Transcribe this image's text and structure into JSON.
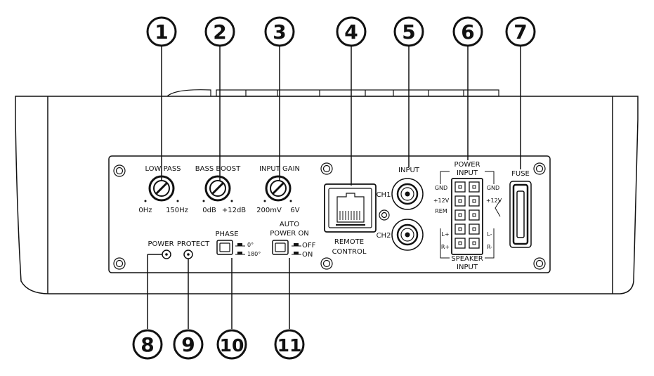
{
  "callouts": [
    {
      "id": "callout-1",
      "number": "1"
    },
    {
      "id": "callout-2",
      "number": "2"
    },
    {
      "id": "callout-3",
      "number": "3"
    },
    {
      "id": "callout-4",
      "number": "4"
    },
    {
      "id": "callout-5",
      "number": "5"
    },
    {
      "id": "callout-6",
      "number": "6"
    },
    {
      "id": "callout-7",
      "number": "7"
    },
    {
      "id": "callout-8",
      "number": "8"
    },
    {
      "id": "callout-9",
      "number": "9"
    },
    {
      "id": "callout-10",
      "number": "10"
    },
    {
      "id": "callout-11",
      "number": "11"
    }
  ],
  "low_pass": {
    "title": "LOW PASS",
    "min": "0Hz",
    "max": "150Hz"
  },
  "bass_boost": {
    "title": "BASS BOOST",
    "min": "0dB",
    "max": "+12dB"
  },
  "input_gain": {
    "title": "INPUT GAIN",
    "min": "200mV",
    "max": "6V"
  },
  "remote": {
    "line1": "REMOTE",
    "line2": "CONTROL"
  },
  "input": {
    "title": "INPUT",
    "ch1": "CH1",
    "ch2": "CH2"
  },
  "power_input": {
    "line1": "POWER",
    "line2": "INPUT",
    "gnd_left": "GND",
    "gnd_right": "GND",
    "v12_left": "+12V",
    "v12_right": "+12V",
    "rem": "REM",
    "lplus": "L+",
    "lminus": "L-",
    "rplus": "R+",
    "rminus": "R-",
    "speaker1": "SPEAKER",
    "speaker2": "INPUT"
  },
  "fuse": {
    "title": "FUSE"
  },
  "power_led": {
    "label": "POWER"
  },
  "protect_led": {
    "label": "PROTECT"
  },
  "phase": {
    "title": "PHASE",
    "opt1": "0°",
    "opt2": "180°"
  },
  "auto_power": {
    "line1": "AUTO",
    "line2": "POWER ON",
    "opt1": "OFF",
    "opt2": "ON"
  }
}
